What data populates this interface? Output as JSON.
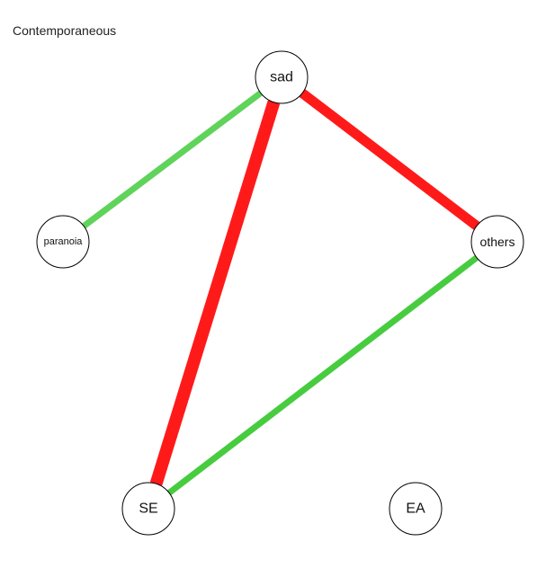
{
  "title": "Contemporaneous",
  "nodes": [
    {
      "id": "sad",
      "label": "sad"
    },
    {
      "id": "paranoia",
      "label": "paranoia"
    },
    {
      "id": "others",
      "label": "others"
    },
    {
      "id": "SE",
      "label": "SE"
    },
    {
      "id": "EA",
      "label": "EA"
    }
  ],
  "edges": [
    {
      "from": "sad",
      "to": "paranoia",
      "sign": "positive",
      "color": "#5fd35a"
    },
    {
      "from": "sad",
      "to": "others",
      "sign": "negative",
      "color": "#ff1a1a"
    },
    {
      "from": "sad",
      "to": "SE",
      "sign": "negative",
      "color": "#ff1a1a"
    },
    {
      "from": "others",
      "to": "SE",
      "sign": "positive",
      "color": "#47cc3f"
    }
  ]
}
